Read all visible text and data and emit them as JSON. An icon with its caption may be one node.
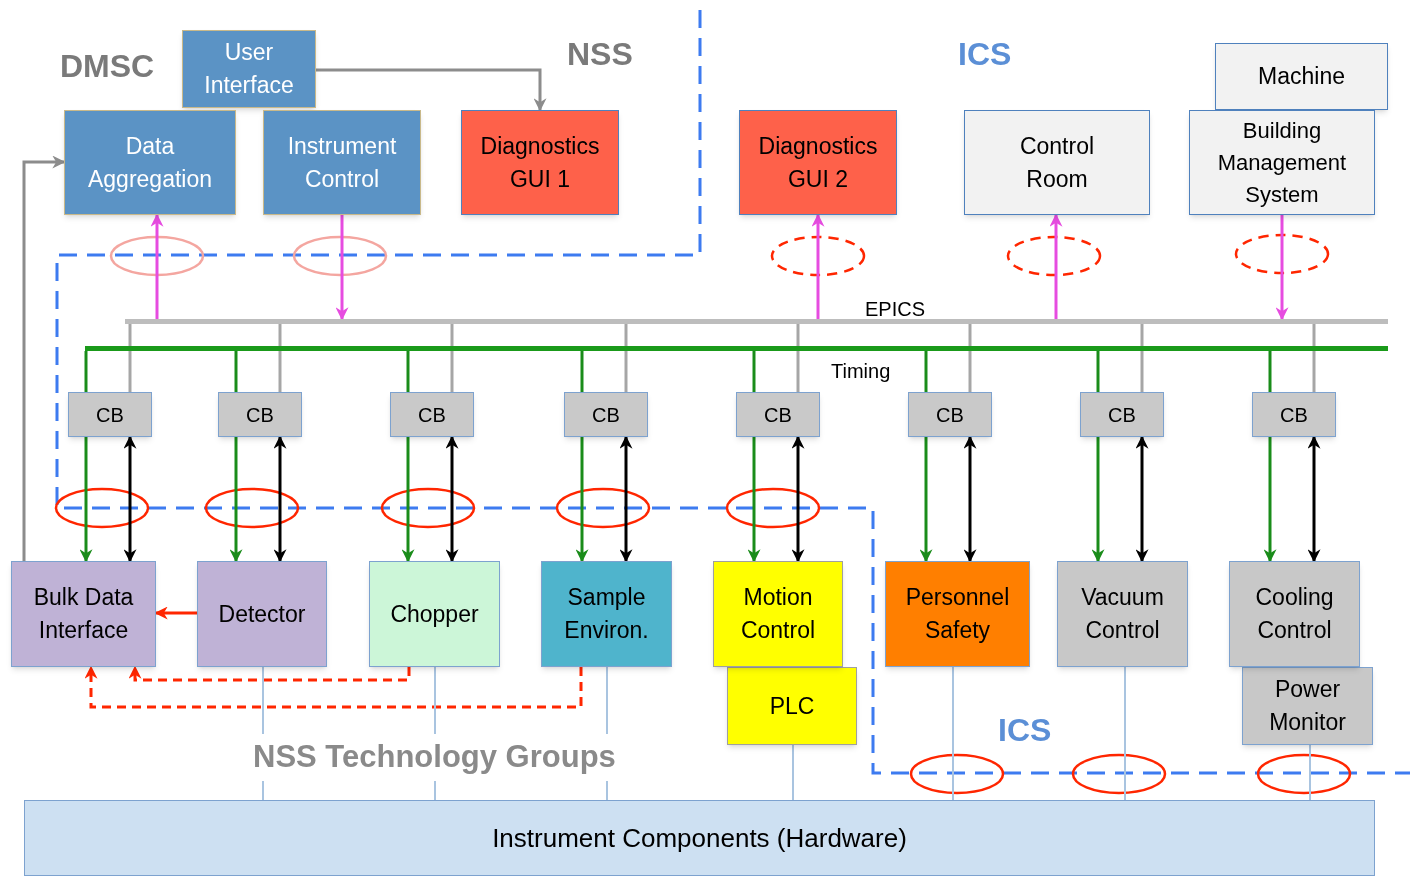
{
  "diagram": {
    "nodes": [
      {
        "text": [
          "User Interface"
        ]
      },
      {
        "text": [
          "Data Aggregation"
        ]
      },
      {
        "text": [
          "Instrument Control"
        ]
      },
      {
        "text": [
          "Diagnostics GUI 1"
        ]
      },
      {
        "text": [
          "Diagnostics GUI 2"
        ]
      },
      {
        "text": [
          "Control Room"
        ]
      },
      {
        "text": [
          "Machine"
        ]
      },
      {
        "text": [
          "Building Management System"
        ]
      },
      {
        "text": [],
        "shape": "bar"
      },
      {
        "text": [],
        "shape": "bar"
      },
      {
        "text": [
          "CB"
        ]
      },
      {
        "text": [
          "CB"
        ]
      },
      {
        "text": [
          "CB"
        ]
      },
      {
        "text": [
          "CB"
        ]
      },
      {
        "text": [
          "CB"
        ]
      },
      {
        "text": [
          "CB"
        ]
      },
      {
        "text": [
          "CB"
        ]
      },
      {
        "text": [
          "CB"
        ]
      },
      {
        "text": [
          "Bulk Data Interface"
        ]
      },
      {
        "text": [
          "Detector"
        ]
      },
      {
        "text": [
          "Chopper"
        ]
      },
      {
        "text": [
          "Sample Environ."
        ]
      },
      {
        "text": [
          "Motion Control"
        ]
      },
      {
        "text": [
          "PLC"
        ]
      },
      {
        "text": [
          "Personnel Safety"
        ]
      },
      {
        "text": [
          "Vacuum Control"
        ]
      },
      {
        "text": [
          "Cooling Control"
        ]
      },
      {
        "text": [
          "Power Monitor"
        ]
      },
      {
        "text": [
          "Instrument Components (Hardware)"
        ]
      }
    ],
    "edges": [
      {
        "from": 0,
        "to": 3,
        "arrow": "to",
        "color": "#8c8c8c"
      },
      {
        "from": 18,
        "to": 1,
        "arrow": "to",
        "color": "#8c8c8c"
      },
      {
        "from": 8,
        "to": 1,
        "arrow": "to",
        "color": "#e64ce0"
      },
      {
        "from": 2,
        "to": 8,
        "arrow": "to",
        "color": "#e64ce0"
      },
      {
        "from": 8,
        "to": 4,
        "arrow": "to",
        "color": "#e64ce0"
      },
      {
        "from": 8,
        "to": 5,
        "arrow": "to",
        "color": "#e64ce0"
      },
      {
        "from": 7,
        "to": 8,
        "arrow": "to",
        "color": "#e64ce0"
      },
      {
        "from": 9,
        "to": 10,
        "arrow": "none",
        "color": "#1a8c1a"
      },
      {
        "from": 10,
        "to": 8,
        "arrow": "none",
        "color": "#a6a6a6"
      },
      {
        "from": 10,
        "to": 18,
        "arrow": "to",
        "color": "#1a8c1a"
      },
      {
        "from": 10,
        "to": 18,
        "arrow": "both",
        "color": "#000000"
      },
      {
        "from": 9,
        "to": 11,
        "arrow": "none",
        "color": "#1a8c1a"
      },
      {
        "from": 11,
        "to": 8,
        "arrow": "none",
        "color": "#a6a6a6"
      },
      {
        "from": 11,
        "to": 19,
        "arrow": "to",
        "color": "#1a8c1a"
      },
      {
        "from": 11,
        "to": 19,
        "arrow": "both",
        "color": "#000000"
      },
      {
        "from": 9,
        "to": 12,
        "arrow": "none",
        "color": "#1a8c1a"
      },
      {
        "from": 12,
        "to": 8,
        "arrow": "none",
        "color": "#a6a6a6"
      },
      {
        "from": 12,
        "to": 20,
        "arrow": "to",
        "color": "#1a8c1a"
      },
      {
        "from": 12,
        "to": 20,
        "arrow": "both",
        "color": "#000000"
      },
      {
        "from": 9,
        "to": 13,
        "arrow": "none",
        "color": "#1a8c1a"
      },
      {
        "from": 13,
        "to": 8,
        "arrow": "none",
        "color": "#a6a6a6"
      },
      {
        "from": 13,
        "to": 21,
        "arrow": "to",
        "color": "#1a8c1a"
      },
      {
        "from": 13,
        "to": 21,
        "arrow": "both",
        "color": "#000000"
      },
      {
        "from": 9,
        "to": 14,
        "arrow": "none",
        "color": "#1a8c1a"
      },
      {
        "from": 14,
        "to": 8,
        "arrow": "none",
        "color": "#a6a6a6"
      },
      {
        "from": 14,
        "to": 22,
        "arrow": "to",
        "color": "#1a8c1a"
      },
      {
        "from": 14,
        "to": 22,
        "arrow": "both",
        "color": "#000000"
      },
      {
        "from": 9,
        "to": 15,
        "arrow": "none",
        "color": "#1a8c1a"
      },
      {
        "from": 15,
        "to": 8,
        "arrow": "none",
        "color": "#a6a6a6"
      },
      {
        "from": 15,
        "to": 24,
        "arrow": "to",
        "color": "#1a8c1a"
      },
      {
        "from": 15,
        "to": 24,
        "arrow": "both",
        "color": "#000000"
      },
      {
        "from": 9,
        "to": 16,
        "arrow": "none",
        "color": "#1a8c1a"
      },
      {
        "from": 16,
        "to": 8,
        "arrow": "none",
        "color": "#a6a6a6"
      },
      {
        "from": 16,
        "to": 25,
        "arrow": "to",
        "color": "#1a8c1a"
      },
      {
        "from": 16,
        "to": 25,
        "arrow": "both",
        "color": "#000000"
      },
      {
        "from": 9,
        "to": 17,
        "arrow": "none",
        "color": "#1a8c1a"
      },
      {
        "from": 17,
        "to": 8,
        "arrow": "none",
        "color": "#a6a6a6"
      },
      {
        "from": 17,
        "to": 26,
        "arrow": "to",
        "color": "#1a8c1a"
      },
      {
        "from": 17,
        "to": 26,
        "arrow": "both",
        "color": "#000000"
      },
      {
        "from": 19,
        "to": 18,
        "arrow": "to",
        "color": "#ff2600"
      },
      {
        "from": 20,
        "to": 18,
        "arrow": "to",
        "style": "dashed",
        "color": "#ff2600"
      },
      {
        "from": 21,
        "to": 18,
        "arrow": "to",
        "style": "dashed",
        "color": "#ff2600"
      },
      {
        "from": 19,
        "to": 28,
        "arrow": "none",
        "color": "#a9c4e0"
      },
      {
        "from": 20,
        "to": 28,
        "arrow": "none",
        "color": "#a9c4e0"
      },
      {
        "from": 21,
        "to": 28,
        "arrow": "none",
        "color": "#a9c4e0"
      },
      {
        "from": 23,
        "to": 28,
        "arrow": "none",
        "color": "#a9c4e0"
      },
      {
        "from": 24,
        "to": 28,
        "arrow": "none",
        "color": "#a9c4e0"
      },
      {
        "from": 25,
        "to": 28,
        "arrow": "none",
        "color": "#a9c4e0"
      },
      {
        "from": 27,
        "to": 28,
        "arrow": "none",
        "color": "#a9c4e0"
      }
    ],
    "labels": [
      "DMSC",
      "NSS",
      "ICS",
      "EPICS",
      "Timing",
      "NSS Technology Groups",
      "ICS"
    ]
  }
}
